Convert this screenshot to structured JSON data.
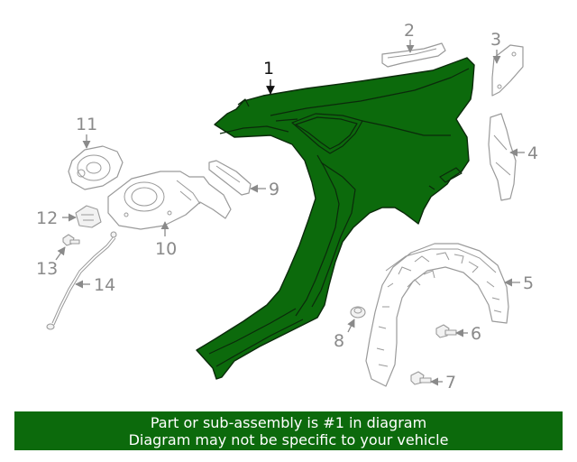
{
  "colors": {
    "highlight": "#0c6a0c",
    "parts": "#9a9a9a",
    "banner_bg": "#0c6a0c",
    "banner_text": "#ffffff"
  },
  "callouts": [
    "1",
    "2",
    "3",
    "4",
    "5",
    "6",
    "7",
    "8",
    "9",
    "10",
    "11",
    "12",
    "13",
    "14"
  ],
  "banner": {
    "line1": "Part or sub-assembly is #1 in diagram",
    "line2": "Diagram may not be specific to your vehicle"
  }
}
